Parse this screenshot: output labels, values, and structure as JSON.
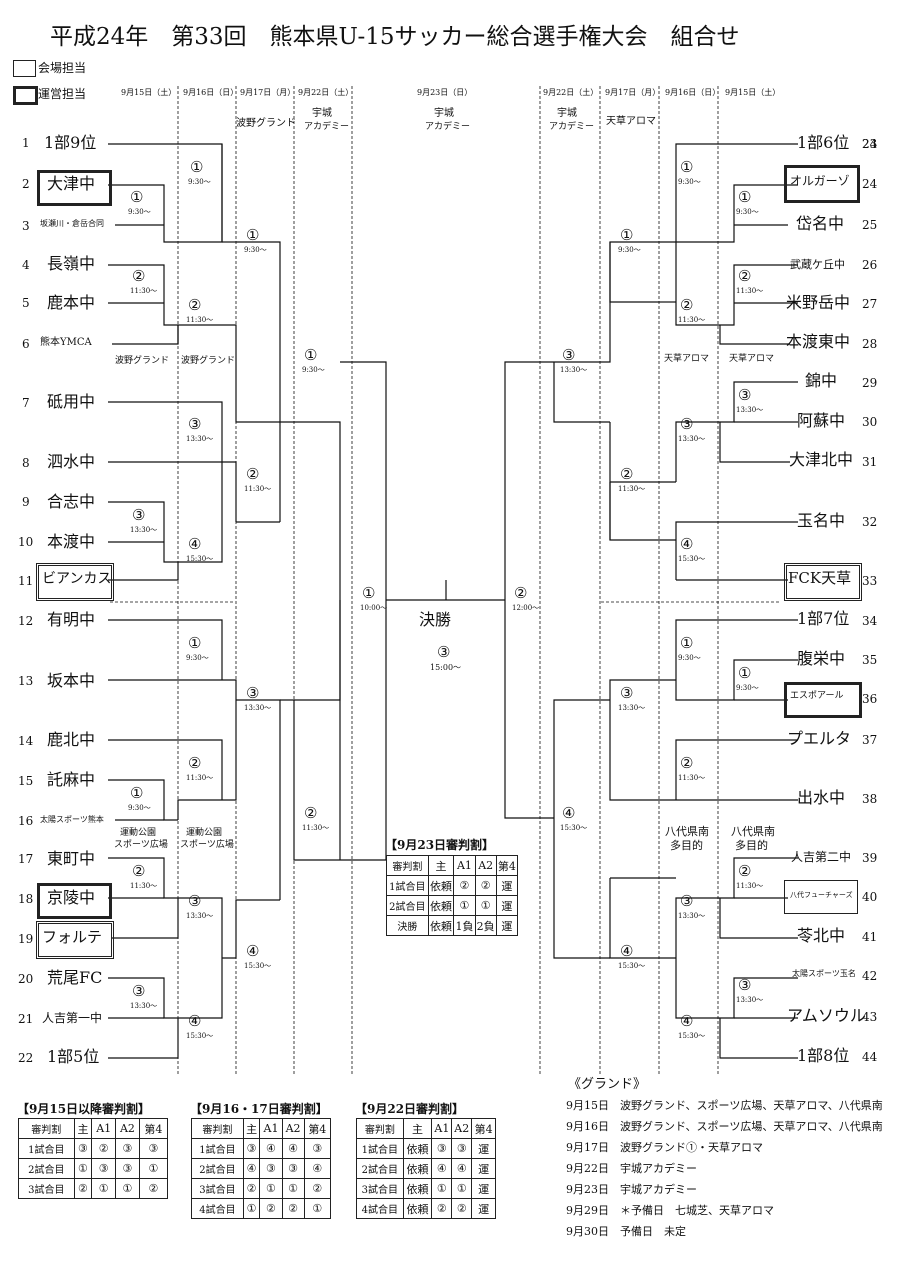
{
  "title": "平成24年　第33回　熊本県U-15サッカー総合選手権大会　組合せ",
  "legend": {
    "venue": "会場担当",
    "operation": "運営担当"
  },
  "left_dates": [
    "9月15日（土）",
    "9月16日（日）",
    "9月17日（月）",
    "9月22日（土）"
  ],
  "right_dates": [
    "9月22日（土）",
    "9月17日（月）",
    "9月16日（日）",
    "9月15日（土）"
  ],
  "center_date": "9月23日（日）",
  "center_venue": [
    "宇城",
    "アカデミー"
  ],
  "venue_labels": {
    "hano_ground": "波野グランド",
    "hano_ground_full": "波野グランド",
    "uki": "宇城",
    "academy": "アカデミー",
    "amakusa_aroma": "天草アロマ",
    "undo_koen": "運動公園",
    "sports_hiroba": "スポーツ広場",
    "yatsushiro": "八代県南",
    "tamokuteki": "多目的"
  },
  "left_teams": [
    {
      "no": "1",
      "name": "1部9位"
    },
    {
      "no": "2",
      "name": "大津中"
    },
    {
      "no": "3",
      "name": "坂瀬川・倉岳合同"
    },
    {
      "no": "4",
      "name": "長嶺中"
    },
    {
      "no": "5",
      "name": "鹿本中"
    },
    {
      "no": "6",
      "name": "熊本YMCA"
    },
    {
      "no": "7",
      "name": "砥用中"
    },
    {
      "no": "8",
      "name": "泗水中"
    },
    {
      "no": "9",
      "name": "合志中"
    },
    {
      "no": "10",
      "name": "本渡中"
    },
    {
      "no": "11",
      "name": "ビアンカス"
    },
    {
      "no": "12",
      "name": "有明中"
    },
    {
      "no": "13",
      "name": "坂本中"
    },
    {
      "no": "14",
      "name": "鹿北中"
    },
    {
      "no": "15",
      "name": "託麻中"
    },
    {
      "no": "16",
      "name": "太陽スポーツ熊本"
    },
    {
      "no": "17",
      "name": "東町中"
    },
    {
      "no": "18",
      "name": "京陵中"
    },
    {
      "no": "19",
      "name": "フォルテ"
    },
    {
      "no": "20",
      "name": "荒尾FC"
    },
    {
      "no": "21",
      "name": "人吉第一中"
    },
    {
      "no": "22",
      "name": "1部5位"
    }
  ],
  "right_teams": [
    {
      "no": "23",
      "name": "1部6位"
    },
    {
      "no": "24",
      "name": "オルガーゾ"
    },
    {
      "no": "25",
      "name": "岱名中"
    },
    {
      "no": "26",
      "name": "武蔵ケ丘中"
    },
    {
      "no": "27",
      "name": "米野岳中"
    },
    {
      "no": "28",
      "name": "本渡東中"
    },
    {
      "no": "29",
      "name": "錦中"
    },
    {
      "no": "30",
      "name": "阿蘇中"
    },
    {
      "no": "31",
      "name": "大津北中"
    },
    {
      "no": "32",
      "name": "玉名中"
    },
    {
      "no": "33",
      "name": "FCK天草"
    },
    {
      "no": "34",
      "name": "1部7位"
    },
    {
      "no": "35",
      "name": "腹栄中"
    },
    {
      "no": "36",
      "name": "エスポアール"
    },
    {
      "no": "37",
      "name": "プエルタ"
    },
    {
      "no": "38",
      "name": "出水中"
    },
    {
      "no": "39",
      "name": "人吉第二中"
    },
    {
      "no": "40",
      "name": "八代フューチャーズ"
    },
    {
      "no": "41",
      "name": "苓北中"
    },
    {
      "no": "42",
      "name": "太陽スポーツ玉名"
    },
    {
      "no": "43",
      "name": "アムソウル"
    },
    {
      "no": "44",
      "name": "1部8位"
    }
  ],
  "match_labels": {
    "m1": "①",
    "m2": "②",
    "m3": "③",
    "m4": "④",
    "t0930": "9:30～",
    "t1000": "10:00～",
    "t1130": "11:30～",
    "t1200": "12:00～",
    "t1330": "13:30～",
    "t1500": "15:00～",
    "t1530": "15:30～"
  },
  "final": {
    "label": "決勝",
    "no": "③",
    "time": "15:00～"
  },
  "referee_tables": [
    {
      "title": "【9月15日以降審判割】",
      "header": [
        "審判割",
        "主",
        "A1",
        "A2",
        "第4"
      ],
      "rows": [
        [
          "1試合目",
          "③",
          "②",
          "③",
          "③"
        ],
        [
          "2試合目",
          "①",
          "③",
          "③",
          "①"
        ],
        [
          "3試合目",
          "②",
          "①",
          "①",
          "②"
        ]
      ]
    },
    {
      "title": "【9月16・17日審判割】",
      "header": [
        "審判割",
        "主",
        "A1",
        "A2",
        "第4"
      ],
      "rows": [
        [
          "1試合目",
          "③",
          "④",
          "④",
          "③"
        ],
        [
          "2試合目",
          "④",
          "③",
          "③",
          "④"
        ],
        [
          "3試合目",
          "②",
          "①",
          "①",
          "②"
        ],
        [
          "4試合目",
          "①",
          "②",
          "②",
          "①"
        ]
      ]
    },
    {
      "title": "【9月22日審判割】",
      "header": [
        "審判割",
        "主",
        "A1",
        "A2",
        "第4"
      ],
      "rows": [
        [
          "1試合目",
          "依頼",
          "③",
          "③",
          "運"
        ],
        [
          "2試合目",
          "依頼",
          "④",
          "④",
          "運"
        ],
        [
          "3試合目",
          "依頼",
          "①",
          "①",
          "運"
        ],
        [
          "4試合目",
          "依頼",
          "②",
          "②",
          "運"
        ]
      ]
    },
    {
      "title": "【9月23日審判割】",
      "header": [
        "審判割",
        "主",
        "A1",
        "A2",
        "第4"
      ],
      "rows": [
        [
          "1試合目",
          "依頼",
          "②",
          "②",
          "運"
        ],
        [
          "2試合目",
          "依頼",
          "①",
          "①",
          "運"
        ],
        [
          "決勝",
          "依頼",
          "1負",
          "2負",
          "運"
        ]
      ]
    }
  ],
  "grounds": {
    "title": "《グランド》",
    "items": [
      {
        "date": "9月15日",
        "text": "波野グランド、スポーツ広場、天草アロマ、八代県南"
      },
      {
        "date": "9月16日",
        "text": "波野グランド、スポーツ広場、天草アロマ、八代県南"
      },
      {
        "date": "9月17日",
        "text": "波野グランド①・天草アロマ"
      },
      {
        "date": "9月22日",
        "text": "宇城アカデミー"
      },
      {
        "date": "9月23日",
        "text": "宇城アカデミー"
      },
      {
        "date": "9月29日",
        "text": "＊予備日　七城芝、天草アロマ"
      },
      {
        "date": "9月30日",
        "text": "予備日　未定"
      }
    ]
  }
}
